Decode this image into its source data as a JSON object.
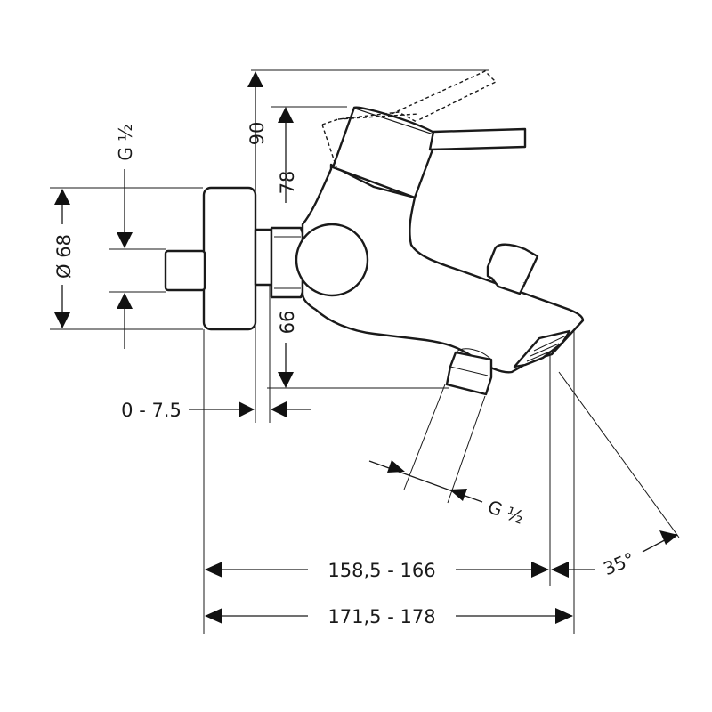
{
  "dimensions": {
    "total_height": "90",
    "lever_height": "78",
    "spout_height": "66",
    "flange_diameter": "Ø 68",
    "inlet_thread": "G ½",
    "outlet_thread": "G ½",
    "offset_range": "0 - 7.5",
    "spout_projection": "158,5 - 166",
    "overall_projection": "171,5 - 178",
    "spout_angle": "35°"
  }
}
